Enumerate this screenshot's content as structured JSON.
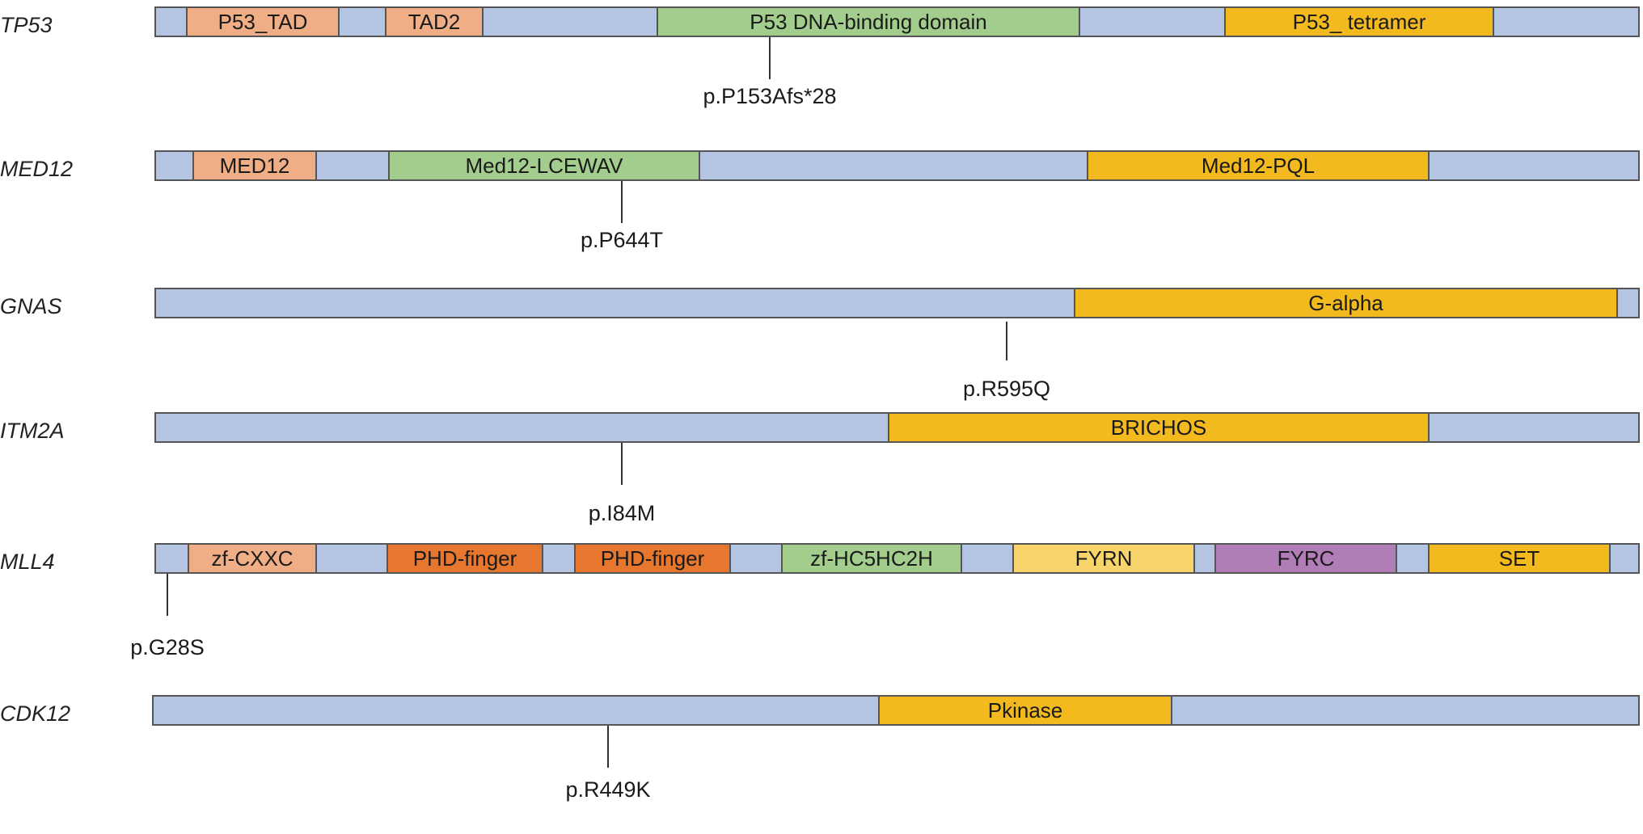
{
  "colors": {
    "backbone": "#b4c4e3",
    "border": "#555555",
    "salmon": "#f0ae87",
    "green": "#a3cd8c",
    "gold": "#f2ba1f",
    "orange": "#e7772f",
    "light_yellow": "#f7d56b",
    "purple": "#b07db6"
  },
  "genes": [
    {
      "name": "TP53",
      "domains": [
        {
          "label": "P53_TAD",
          "color": "salmon"
        },
        {
          "label": "TAD2",
          "color": "salmon"
        },
        {
          "label": "P53 DNA-binding domain",
          "color": "green"
        },
        {
          "label": "P53_ tetramer",
          "color": "gold"
        }
      ],
      "mutation": "p.P153Afs*28"
    },
    {
      "name": "MED12",
      "domains": [
        {
          "label": "MED12",
          "color": "salmon"
        },
        {
          "label": "Med12-LCEWAV",
          "color": "green"
        },
        {
          "label": "Med12-PQL",
          "color": "gold"
        }
      ],
      "mutation": "p.P644T"
    },
    {
      "name": "GNAS",
      "domains": [
        {
          "label": "G-alpha",
          "color": "gold"
        }
      ],
      "mutation": "p.R595Q"
    },
    {
      "name": "ITM2A",
      "domains": [
        {
          "label": "BRICHOS",
          "color": "gold"
        }
      ],
      "mutation": "p.I84M"
    },
    {
      "name": "MLL4",
      "domains": [
        {
          "label": "zf-CXXC",
          "color": "salmon"
        },
        {
          "label": "PHD-finger",
          "color": "orange"
        },
        {
          "label": "PHD-finger",
          "color": "orange"
        },
        {
          "label": "zf-HC5HC2H",
          "color": "green"
        },
        {
          "label": "FYRN",
          "color": "light_yellow"
        },
        {
          "label": "FYRC",
          "color": "purple"
        },
        {
          "label": "SET",
          "color": "gold"
        }
      ],
      "mutation": "p.G28S"
    },
    {
      "name": "CDK12",
      "domains": [
        {
          "label": "Pkinase",
          "color": "gold"
        }
      ],
      "mutation": "p.R449K"
    }
  ]
}
